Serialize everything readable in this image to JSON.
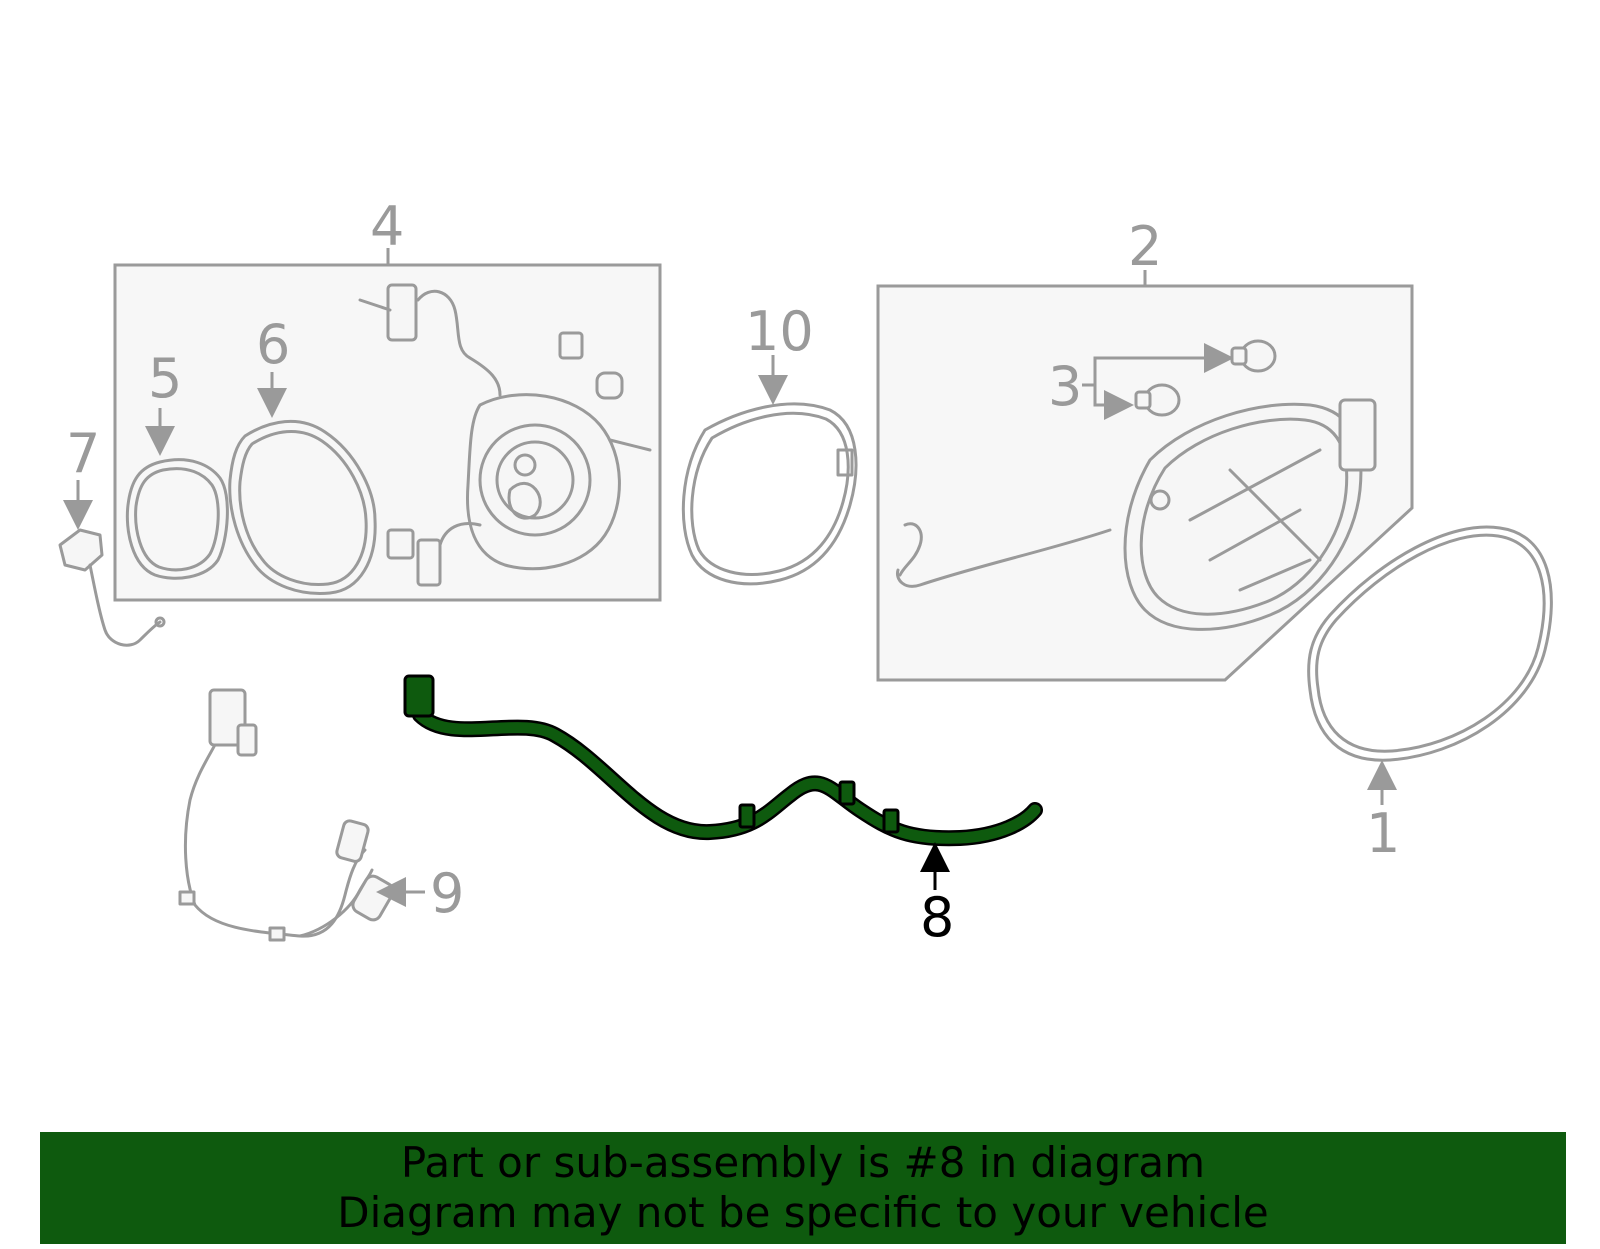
{
  "callouts": {
    "c1": "1",
    "c2": "2",
    "c3": "3",
    "c4": "4",
    "c5": "5",
    "c6": "6",
    "c7": "7",
    "c8": "8",
    "c9": "9",
    "c10": "10"
  },
  "highlight": {
    "part": "8",
    "color": "#0e5a0e"
  },
  "banner": {
    "line1": "Part or sub-assembly is #8 in diagram",
    "line2": "Diagram may not be specific to your vehicle",
    "background": "#0e5a0e"
  }
}
